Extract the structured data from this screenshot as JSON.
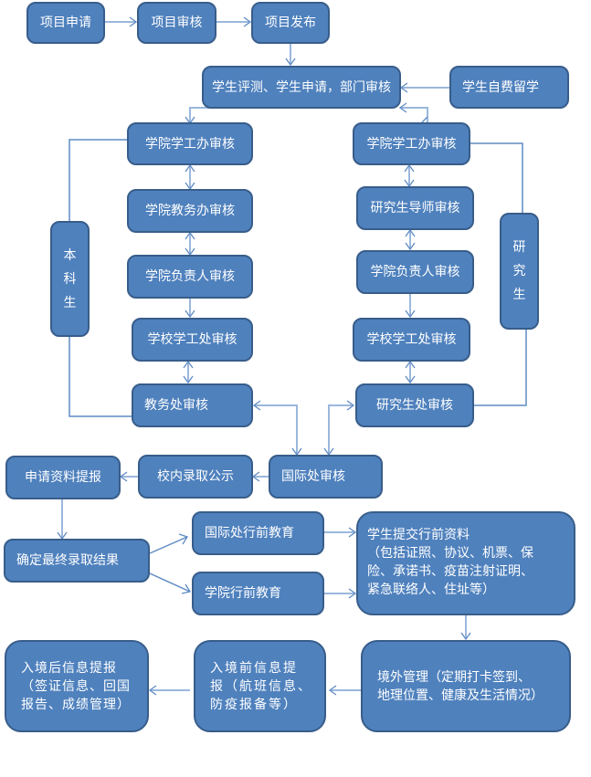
{
  "title": "学生出国（境）交流流程图",
  "nodes": {
    "project_apply": "项目申请",
    "project_review": "项目审核",
    "project_publish": "项目发布",
    "student_eval": "学生评测、学生申请，部门审核",
    "self_funded": "学生自费留学",
    "ug_college_office": "学院学工办审核",
    "ug_academic_office": "学院教务办审核",
    "ug_college_head": "学院负责人审核",
    "ug_school_student_affairs": "学校学工处审核",
    "ug_academic_affairs": "教务处审核",
    "undergrad_label": [
      "本",
      "科",
      "生"
    ],
    "pg_college_office": "学院学工办审核",
    "pg_supervisor": "研究生导师审核",
    "pg_college_head": "学院负责人审核",
    "pg_school_student_affairs": "学校学工处审核",
    "pg_graduate_office": "研究生处审核",
    "postgrad_label": [
      "研",
      "究",
      "生"
    ],
    "intl_office_review": "国际处审核",
    "admission_publicity": "校内录取公示",
    "submit_application": "申请资料提报",
    "final_admission": "确定最终录取结果",
    "intl_predeparture": "国际处行前教育",
    "college_predeparture": "学院行前教育",
    "submit_materials": [
      "学生提交行前资料",
      "（包括证照、协议、机票、保",
      "险、承诺书、疫苗注射证明、",
      "紧急联络人、住址等）"
    ],
    "overseas_mgmt": [
      "境外管理（定期打卡签到、",
      "地理位置、健康及生活情况）"
    ],
    "pre_entry_report": [
      "入境前信息提",
      "报（航班信息、",
      "防疫报备等）"
    ],
    "post_entry_report": [
      "入境后信息提报",
      "（签证信息、回国",
      "报告、成绩管理）"
    ]
  },
  "colors": {
    "node_fill": "#4f81bd",
    "node_border": "#385d8a",
    "connector": "#5f8bc4",
    "text": "#ffffff"
  }
}
